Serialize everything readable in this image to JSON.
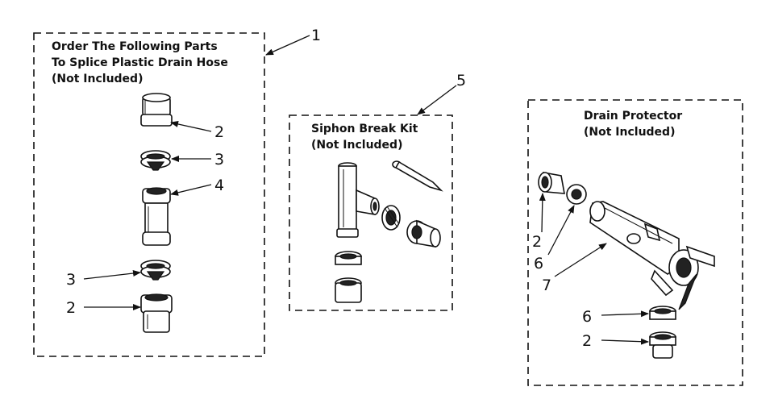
{
  "panels": {
    "splice": {
      "title_lines": [
        "Order The Following Parts",
        "To Splice Plastic Drain Hose",
        "(Not Included)"
      ],
      "callout": "1"
    },
    "siphon": {
      "title_lines": [
        "Siphon Break Kit",
        "(Not Included)"
      ],
      "callout": "5"
    },
    "drain": {
      "title_lines": [
        "Drain Protector",
        "(Not Included)"
      ]
    }
  },
  "labels": {
    "splice_coupling_top": "2",
    "splice_clamp_top": "3",
    "splice_connector": "4",
    "splice_clamp_bottom": "3",
    "splice_coupling_bottom": "2",
    "drain_coupling_left": "2",
    "drain_clamp_left": "6",
    "drain_protector_body": "7",
    "drain_clamp_bottom": "6",
    "drain_coupling_bottom": "2"
  }
}
